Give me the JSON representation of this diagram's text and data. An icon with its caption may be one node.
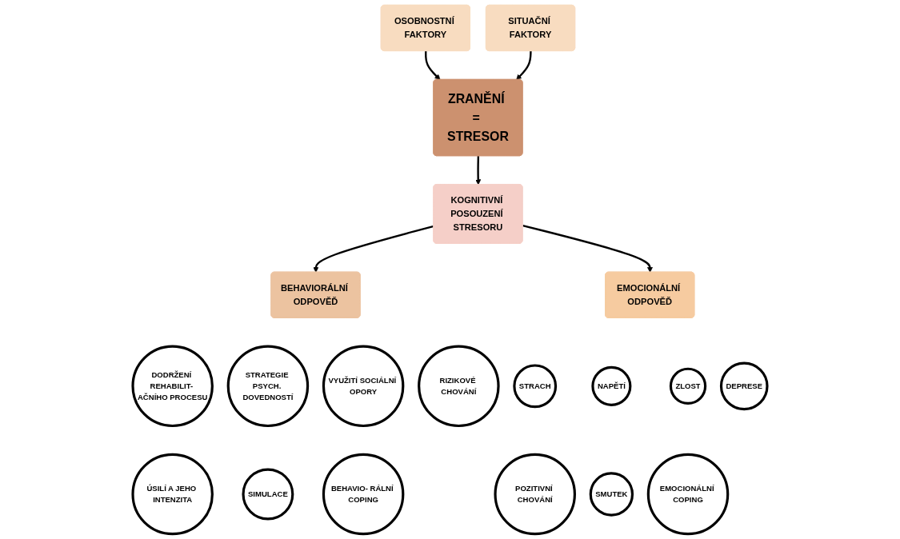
{
  "diagram": {
    "nodes": [
      {
        "text": [
          "ZRANĚNÍ = STRESOR"
        ]
      },
      {
        "text": [
          "OSOBNOSTNÍ FAKTORY"
        ]
      },
      {
        "text": [
          "SITUAČNÍ FAKTORY"
        ]
      },
      {
        "text": [
          "KOGNITIVNÍ POSOUZENÍ STRESORU"
        ]
      },
      {
        "text": [
          "BEHAVIORÁLNÍ ODPOVĚĎ"
        ]
      },
      {
        "text": [
          "EMOCIONÁLNÍ ODPOVĚĎ"
        ]
      },
      {
        "text": [
          "DODRŽENÍ REHABILIT- AČNÍHO PROCESU"
        ]
      },
      {
        "text": [
          "STRATEGIE PSYCH. DOVEDNOSTÍ"
        ]
      },
      {
        "text": [
          "VYUŽITÍ SOCIÁLNÍ OPORY"
        ]
      },
      {
        "text": [
          "RIZIKOVÉ CHOVÁNÍ"
        ]
      },
      {
        "text": [
          "ÚSILÍ A JEHO INTENZITA"
        ]
      },
      {
        "text": [
          "SIMULACE"
        ]
      },
      {
        "text": [
          "BEHAVIO- RÁLNÍ COPING"
        ]
      },
      {
        "text": [
          "STRACH"
        ]
      },
      {
        "text": [
          "NAPĚTÍ"
        ]
      },
      {
        "text": [
          "ZLOST"
        ]
      },
      {
        "text": [
          "DEPRESE"
        ]
      },
      {
        "text": [
          "POZITIVNÍ CHOVÁNÍ"
        ]
      },
      {
        "text": [
          "SMUTEK"
        ]
      },
      {
        "text": [
          "EMOCIONÁLNÍ COPING"
        ]
      }
    ],
    "edges": [
      {
        "from": 1,
        "to": 0,
        "arrow": "to"
      },
      {
        "from": 2,
        "to": 0,
        "arrow": "to"
      },
      {
        "from": 0,
        "to": 3,
        "arrow": "to"
      },
      {
        "from": 3,
        "to": 4,
        "arrow": "to"
      },
      {
        "from": 3,
        "to": 5,
        "arrow": "to"
      }
    ]
  }
}
